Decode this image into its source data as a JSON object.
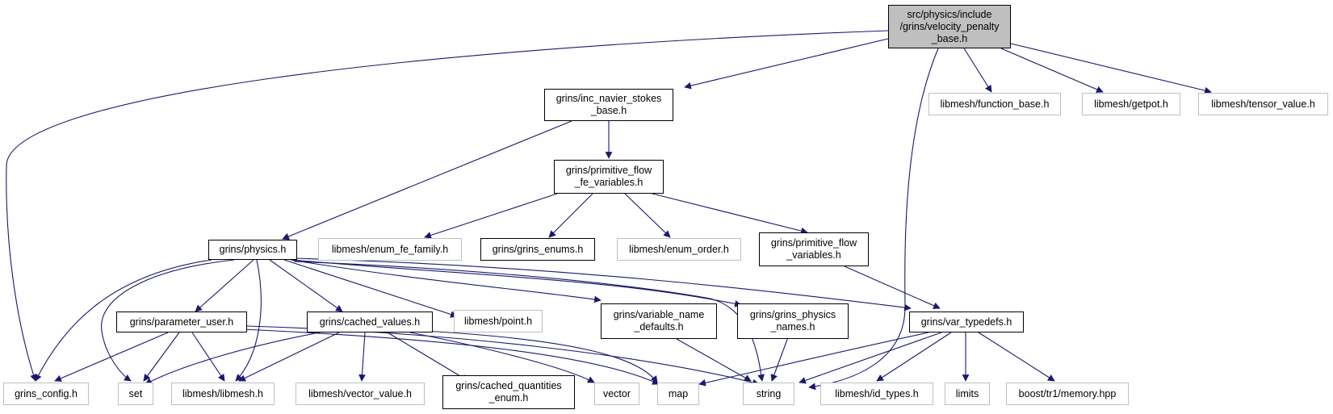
{
  "colors": {
    "edge": "#191970",
    "root_fill": "#bfbfbf",
    "external_border": "#bfbfbf",
    "internal_border": "#000000"
  },
  "nodes": {
    "root": "src/physics/include\n/grins/velocity_penalty\n_base.h",
    "inc_ns": "grins/inc_navier_stokes\n_base.h",
    "func_base": "libmesh/function_base.h",
    "getpot": "libmesh/getpot.h",
    "tensor": "libmesh/tensor_value.h",
    "prim_fe": "grins/primitive_flow\n_fe_variables.h",
    "physics": "grins/physics.h",
    "enum_fe": "libmesh/enum_fe_family.h",
    "grins_enums": "grins/grins_enums.h",
    "enum_order": "libmesh/enum_order.h",
    "prim_vars": "grins/primitive_flow\n_variables.h",
    "param_user": "grins/parameter_user.h",
    "cached": "grins/cached_values.h",
    "point": "libmesh/point.h",
    "var_name": "grins/variable_name\n_defaults.h",
    "phys_names": "grins/grins_physics\n_names.h",
    "var_typedefs": "grins/var_typedefs.h",
    "grins_config": "grins_config.h",
    "set": "set",
    "libmesh": "libmesh/libmesh.h",
    "vector_value": "libmesh/vector_value.h",
    "cached_enum": "grins/cached_quantities\n_enum.h",
    "vector": "vector",
    "map": "map",
    "string": "string",
    "id_types": "libmesh/id_types.h",
    "limits": "limits",
    "memory": "boost/tr1/memory.hpp"
  }
}
